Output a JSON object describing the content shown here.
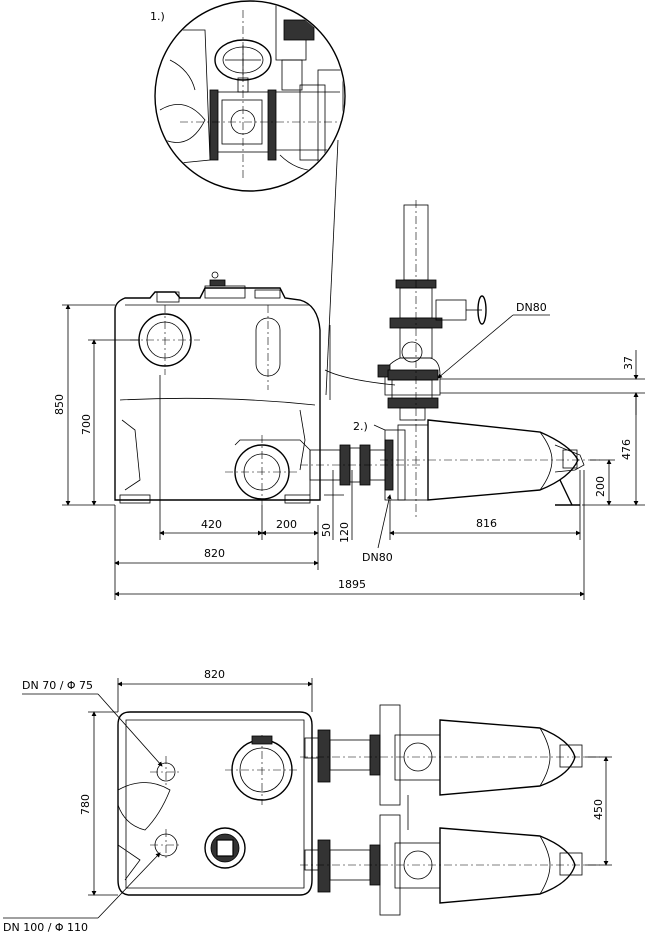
{
  "callouts": {
    "detail_1": "1.)",
    "detail_2": "2.)",
    "dn80_top": "DN80",
    "dn80_bottom": "DN80",
    "dn70": "DN 70 / Φ 75",
    "dn100": "DN 100 / Φ 110"
  },
  "side_view": {
    "height_850": "850",
    "height_700": "700",
    "dim_420": "420",
    "dim_200_a": "200",
    "dim_50": "50",
    "dim_120": "120",
    "dim_816": "816",
    "dim_820": "820",
    "dim_1895": "1895",
    "dim_37": "37",
    "dim_476": "476",
    "dim_200_b": "200"
  },
  "top_view": {
    "width_820": "820",
    "depth_780": "780",
    "spacing_450": "450"
  }
}
